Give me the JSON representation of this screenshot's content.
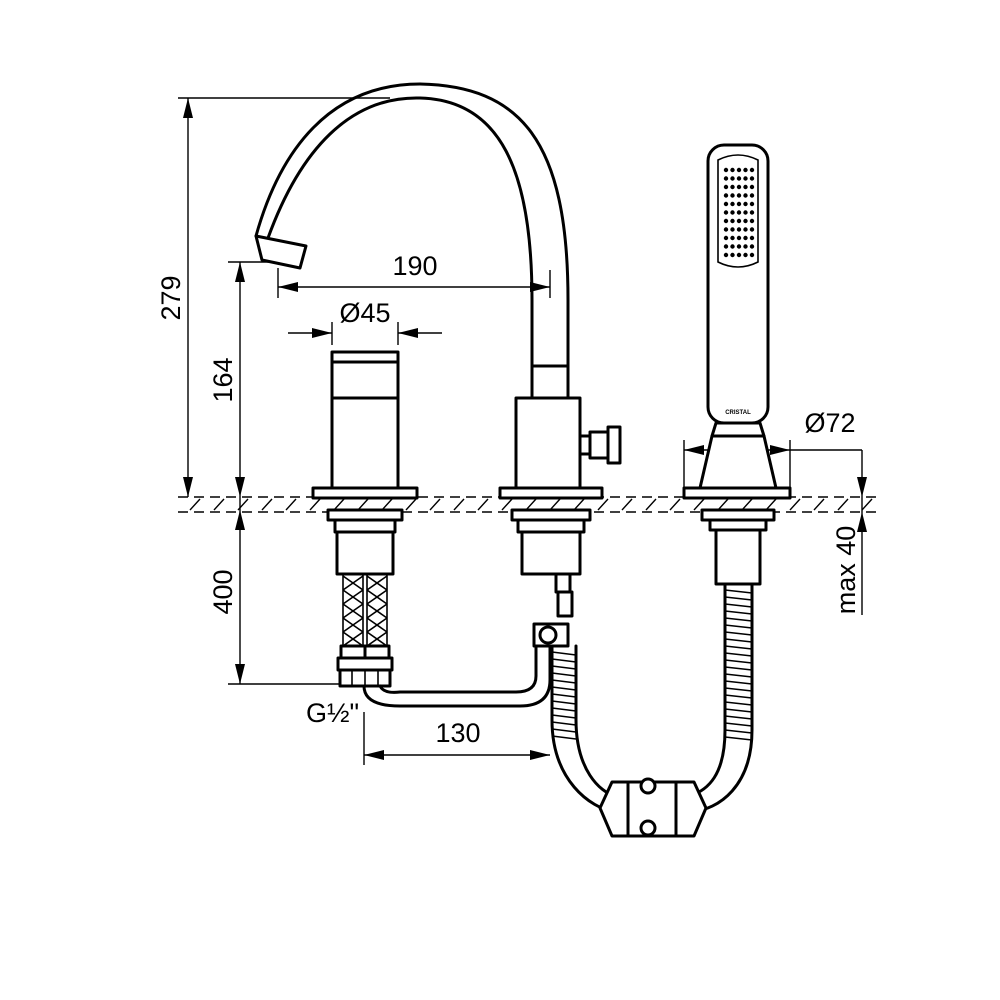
{
  "dimensions": {
    "total_height": "279",
    "spout_height": "164",
    "spout_reach": "190",
    "handle_diameter": "Ø45",
    "shower_base_diameter": "Ø72",
    "under_deck_length": "400",
    "deck_thickness": "max 40",
    "connection_thread": "G½\"",
    "hose_offset": "130"
  },
  "brand_mark": "CRISTAL",
  "colors": {
    "line": "#000000",
    "background": "#ffffff"
  }
}
